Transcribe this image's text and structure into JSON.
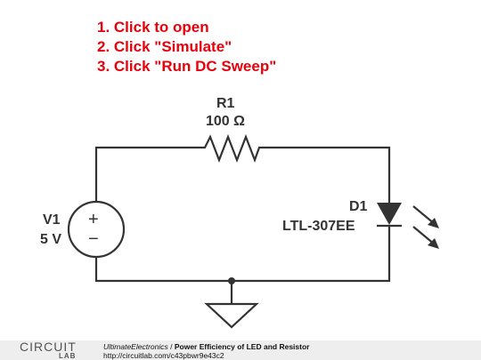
{
  "instructions": [
    "1. Click to open",
    "2. Click \"Simulate\"",
    "3. Click \"Run DC Sweep\""
  ],
  "components": {
    "resistor": {
      "name": "R1",
      "value": "100 Ω"
    },
    "source": {
      "name": "V1",
      "value": "5 V",
      "plus": "+",
      "minus": "−"
    },
    "diode": {
      "name": "D1",
      "part": "LTL-307EE"
    }
  },
  "footer": {
    "logo_top": "CIRCUIT",
    "logo_bottom": "LAB",
    "author": "UltimateElectronics",
    "separator": " / ",
    "title": "Power Efficiency of LED and Resistor",
    "url": "http://circuitlab.com/c43pbwr9e43c2"
  },
  "colors": {
    "instruction": "#e8000b",
    "wire": "#333333",
    "footer_bg": "#eeeeee"
  }
}
